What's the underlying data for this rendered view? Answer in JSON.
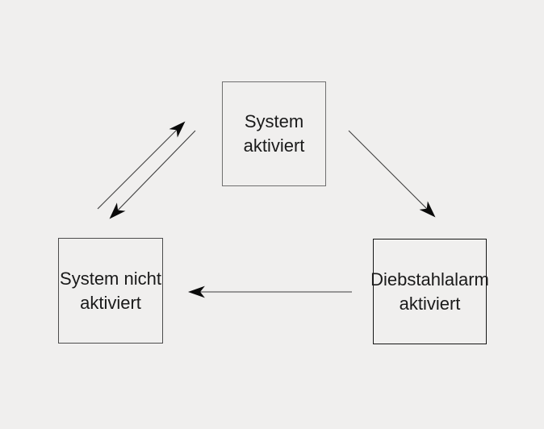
{
  "colors": {
    "background": "#f0efee",
    "box_fill": "#f0efee",
    "box_border": "#3f3f3f",
    "edge_line": "#3e3e3e",
    "arrowhead": "#0a0a0a",
    "text": "#1a1a1a"
  },
  "nodes": [
    {
      "id": "system-aktiviert",
      "label": "System aktiviert",
      "lines": [
        "System",
        "aktiviert"
      ]
    },
    {
      "id": "system-nicht-aktiviert",
      "label": "System nicht aktiviert",
      "lines": [
        "System nicht",
        "aktiviert"
      ]
    },
    {
      "id": "diebstahlalarm-aktiviert",
      "label": "Diebstahlalarm aktiviert",
      "lines": [
        "Diebstahlalarm",
        "aktiviert"
      ]
    }
  ],
  "edges": [
    {
      "from": "system-nicht-aktiviert",
      "to": "system-aktiviert",
      "style": "straight-arrow"
    },
    {
      "from": "system-aktiviert",
      "to": "system-nicht-aktiviert",
      "style": "straight-arrow"
    },
    {
      "from": "system-aktiviert",
      "to": "diebstahlalarm-aktiviert",
      "style": "straight-arrow"
    },
    {
      "from": "diebstahlalarm-aktiviert",
      "to": "system-nicht-aktiviert",
      "style": "straight-arrow"
    }
  ]
}
